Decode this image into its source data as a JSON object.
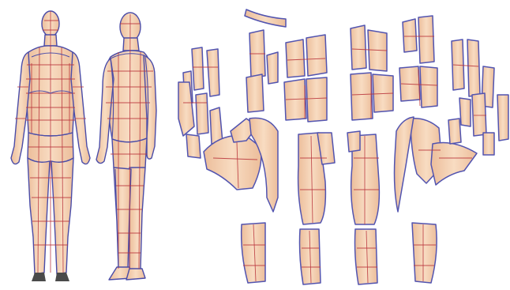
{
  "figure": {
    "panels": [
      {
        "id": "avatar-front",
        "view": "front"
      },
      {
        "id": "avatar-side",
        "view": "three-quarter"
      },
      {
        "id": "flattened-patterns",
        "view": "flattened"
      }
    ]
  },
  "colors": {
    "skin_light": "#f8dcc2",
    "skin_dark": "#ecbd9a",
    "grid_lines": "#b8333a",
    "seam_lines": "#4a4ca8",
    "background": "#ffffff"
  }
}
